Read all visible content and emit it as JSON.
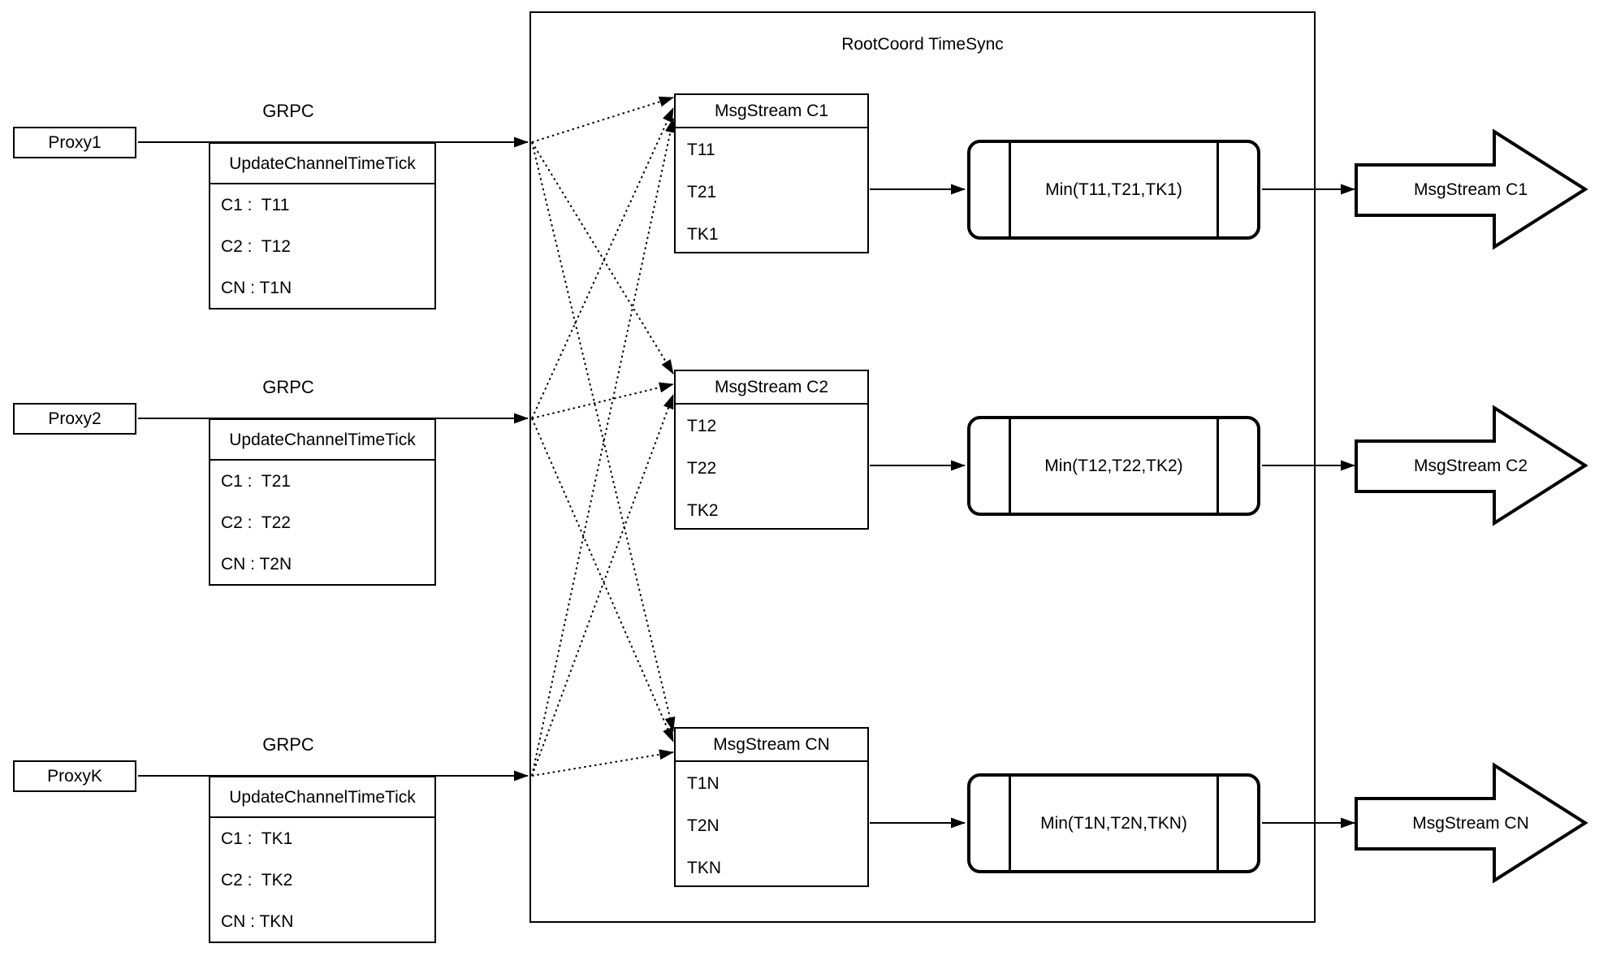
{
  "diagram": {
    "title": "RootCoord TimeSync",
    "colors": {
      "stroke": "#000000",
      "background": "#ffffff"
    },
    "proxies": [
      {
        "name": "Proxy1",
        "protocol": "GRPC",
        "table": {
          "header": "UpdateChannelTimeTick",
          "rows": [
            "C1 :  T11",
            "C2 :  T12",
            "CN : T1N"
          ]
        }
      },
      {
        "name": "Proxy2",
        "protocol": "GRPC",
        "table": {
          "header": "UpdateChannelTimeTick",
          "rows": [
            "C1 :  T21",
            "C2 :  T22",
            "CN : T2N"
          ]
        }
      },
      {
        "name": "ProxyK",
        "protocol": "GRPC",
        "table": {
          "header": "UpdateChannelTimeTick",
          "rows": [
            "C1 :  TK1",
            "C2 :  TK2",
            "CN : TKN"
          ]
        }
      }
    ],
    "streams": [
      {
        "header": "MsgStream C1",
        "rows": [
          "T11",
          "T21",
          "TK1"
        ],
        "min": "Min(T11,T21,TK1)",
        "output": "MsgStream C1"
      },
      {
        "header": "MsgStream C2",
        "rows": [
          "T12",
          "T22",
          "TK2"
        ],
        "min": "Min(T12,T22,TK2)",
        "output": "MsgStream C2"
      },
      {
        "header": "MsgStream CN",
        "rows": [
          "T1N",
          "T2N",
          "TKN"
        ],
        "min": "Min(T1N,T2N,TKN)",
        "output": "MsgStream CN"
      }
    ]
  }
}
